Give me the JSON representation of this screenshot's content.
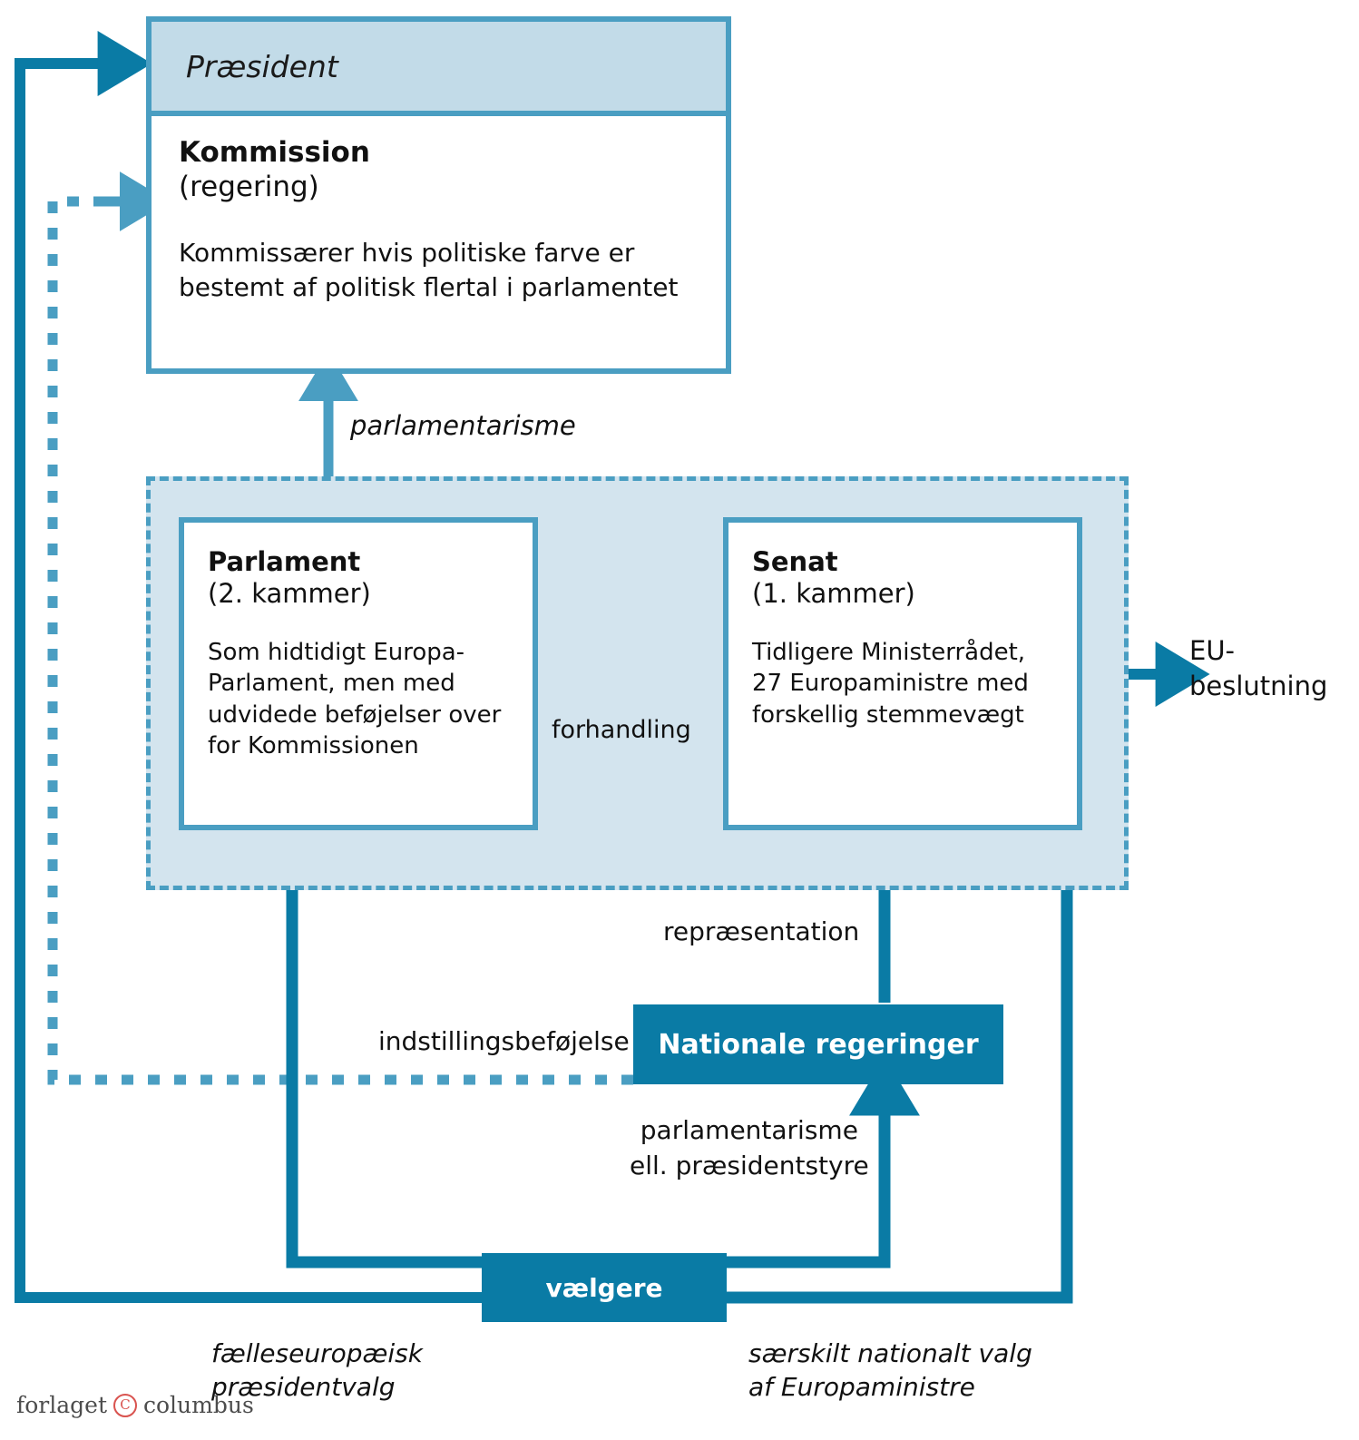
{
  "diagram": {
    "title": "EU federal model diagram",
    "colors": {
      "line_blue": "#0a7ba5",
      "border_blue": "#4a9ec2",
      "header_fill": "#c2dbe8",
      "container_fill": "#d3e4ee",
      "solid_fill": "#0a7ba5",
      "text": "#111111",
      "copyright_red": "#d9534f"
    }
  },
  "commission": {
    "header_label": "Præsident",
    "title": "Kommission",
    "subtitle": "(regering)",
    "description": "Kommissærer hvis politiske farve er bestemt af politisk flertal i parlamentet"
  },
  "parlament": {
    "title": "Parlament",
    "subtitle": "(2. kammer)",
    "description": "Som hidtidigt Europa-Parlament, men med udvidede beføjelser over for Kommissionen"
  },
  "senat": {
    "title": "Senat",
    "subtitle": "(1. kammer)",
    "description": "Tidligere Ministerrådet, 27 Europaministre med forskellig stemmevægt"
  },
  "nationale_regeringer": {
    "label": "Nationale regeringer"
  },
  "vaelgere": {
    "label": "vælgere"
  },
  "labels": {
    "parlamentarisme_top": "parlamentarisme",
    "forhandling": "forhandling",
    "eu_beslutning": "EU-\nbeslutning",
    "repraesentation": "repræsentation",
    "indstillingsbefoejelse": "indstillingsbeføjelse",
    "parlamentarisme_ell_praesidentstyre": "parlamentarisme\nell. præsidentstyre",
    "faelleseuropaeisk_praesidentvalg": "fælleseuropæisk\npræsidentvalg",
    "saerskilt_nationalt_valg": "særskilt nationalt valg\naf Europaministre"
  },
  "footer": {
    "word_left": "forlaget",
    "copyright_glyph": "C",
    "word_right": "columbus"
  }
}
